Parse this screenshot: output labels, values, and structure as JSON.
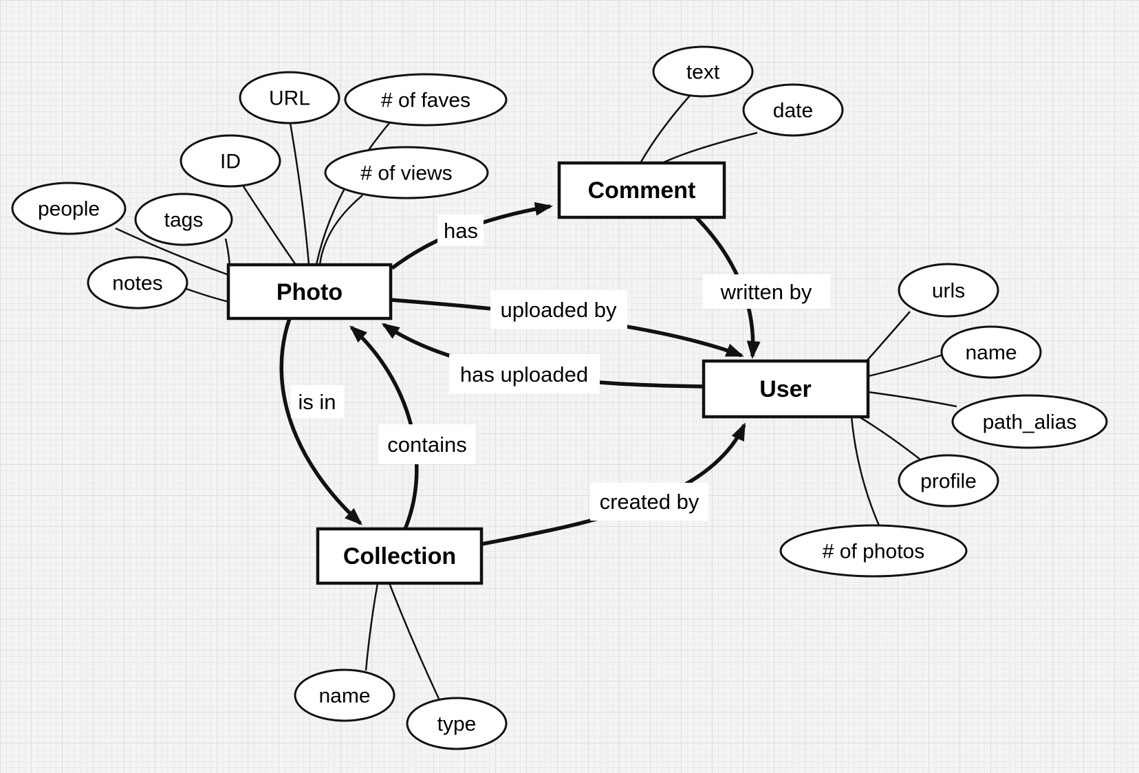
{
  "diagram_type": "entity-relationship-diagram",
  "colors": {
    "ink": "#111111",
    "paper": "#f4f4f3",
    "node_fill": "#ffffff",
    "grid_minor": "#eaeaea",
    "grid_major": "#dddddd"
  },
  "entities": {
    "photo": {
      "label": "Photo",
      "attributes": [
        "URL",
        "ID",
        "# of faves",
        "# of views",
        "people",
        "tags",
        "notes"
      ]
    },
    "comment": {
      "label": "Comment",
      "attributes": [
        "text",
        "date"
      ]
    },
    "user": {
      "label": "User",
      "attributes": [
        "urls",
        "name",
        "path_alias",
        "profile",
        "# of photos"
      ]
    },
    "collection": {
      "label": "Collection",
      "attributes": [
        "name",
        "type"
      ]
    }
  },
  "relationships": [
    {
      "from": "Photo",
      "to": "Comment",
      "label": "has"
    },
    {
      "from": "Photo",
      "to": "User",
      "label": "uploaded by"
    },
    {
      "from": "User",
      "to": "Photo",
      "label": "has uploaded"
    },
    {
      "from": "Comment",
      "to": "User",
      "label": "written by"
    },
    {
      "from": "Photo",
      "to": "Collection",
      "label": "is in"
    },
    {
      "from": "Collection",
      "to": "Photo",
      "label": "contains"
    },
    {
      "from": "Collection",
      "to": "User",
      "label": "created by"
    }
  ]
}
